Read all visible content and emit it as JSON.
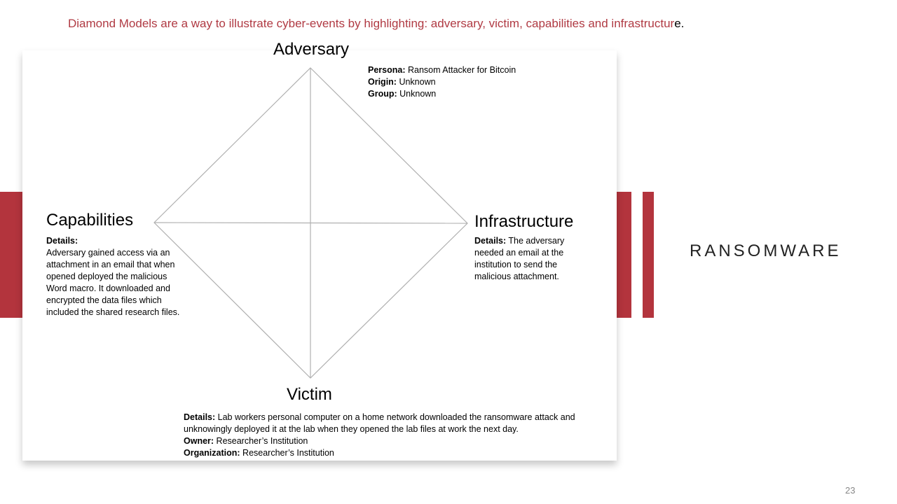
{
  "headline": {
    "main": "Diamond Models are a way to illustrate cyber-events by highlighting: adversary, victim, capabilities and infrastructur",
    "tail": "e."
  },
  "side_title": "RANSOMWARE",
  "page_number": "23",
  "diamond": {
    "adversary": {
      "label": "Adversary",
      "persona_key": "Persona:",
      "persona_value": " Ransom Attacker for Bitcoin",
      "origin_key": "Origin:",
      "origin_value": " Unknown",
      "group_key": "Group:",
      "group_value": " Unknown"
    },
    "capabilities": {
      "label": "Capabilities",
      "details_key": "Details:",
      "details_value": "Adversary gained access via an attachment in an email that when opened deployed the malicious Word macro. It downloaded and encrypted the data files which included the shared research files."
    },
    "infrastructure": {
      "label": "Infrastructure",
      "details_key": "Details:",
      "details_value": " The adversary needed an email at the institution to send the malicious attachment."
    },
    "victim": {
      "label": "Victim",
      "details_key": "Details:",
      "details_value": " Lab workers personal computer on a home network downloaded the ransomware attack and unknowingly deployed it at the lab when they opened the lab files at work the next day.",
      "owner_key": "Owner:",
      "owner_value": " Researcher’s Institution",
      "org_key": "Organization:",
      "org_value": " Researcher’s Institution"
    }
  },
  "colors": {
    "accent": "#b3343d",
    "headline": "#b03a43",
    "line": "#b0b0b0"
  }
}
